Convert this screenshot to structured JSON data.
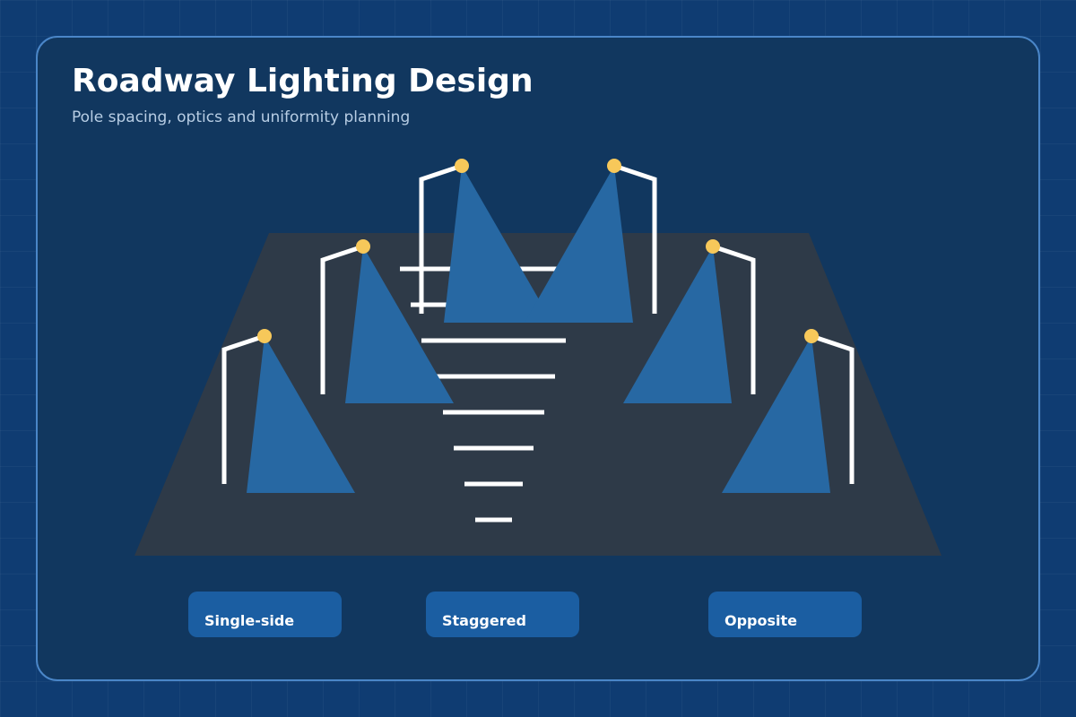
{
  "header": {
    "title": "Roadway Lighting Design",
    "subtitle": "Pole spacing, optics and uniformity planning"
  },
  "colors": {
    "background": "#0f3c72",
    "card": "#11375f",
    "card_border": "#4a86c8",
    "road": "#2e3a48",
    "lane_marking": "#ffffff",
    "pole": "#ffffff",
    "lamp": "#f7c85a",
    "light_beam": "#2768a3",
    "button": "#1b5ea2"
  },
  "icons": {
    "luminaire": "lamp-head-icon",
    "pole": "street-light-pole-icon"
  },
  "layouts": {
    "single_side_label": "Single-side",
    "staggered_label": "Staggered",
    "opposite_label": "Opposite"
  }
}
